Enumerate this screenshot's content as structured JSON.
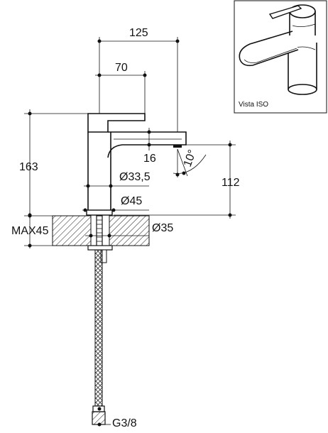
{
  "drawing": {
    "dimensions": {
      "overall_reach": "125",
      "lever_length": "70",
      "spout_thickness": "16",
      "total_height": "163",
      "spout_height": "112",
      "spout_angle": "10°",
      "body_diameter": "Ø33,5",
      "base_diameter": "Ø45",
      "hole_diameter": "Ø35",
      "max_deck": "MAX45",
      "connection": "G3/8"
    },
    "iso_caption": "Vista ISO"
  }
}
